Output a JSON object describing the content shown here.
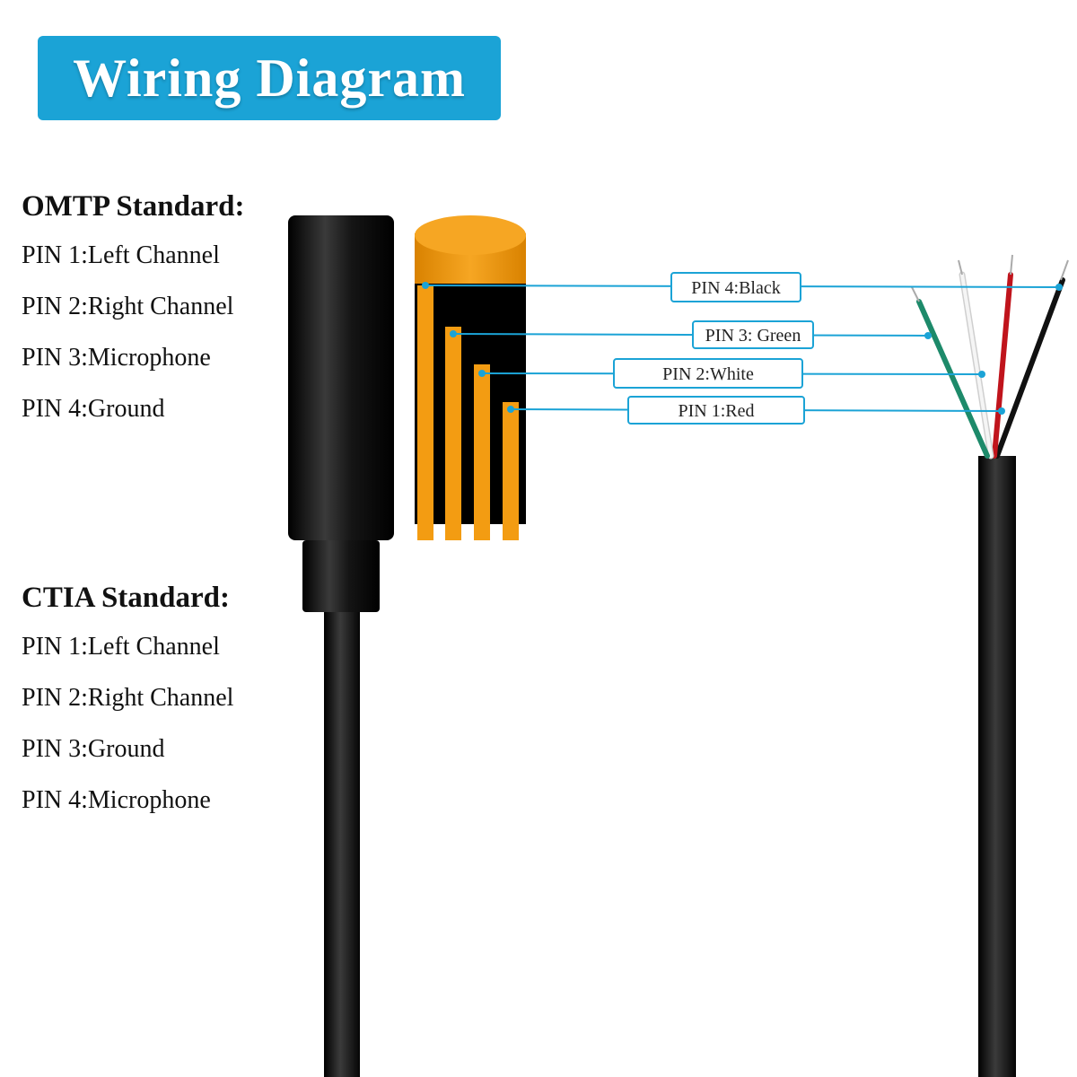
{
  "title": "Wiring Diagram",
  "omtp": {
    "heading": "OMTP Standard",
    "heading_suffix": ":",
    "pins": [
      "PIN 1:Left Channel",
      "PIN 2:Right Channel",
      "PIN 3:Microphone",
      "PIN 4:Ground"
    ]
  },
  "ctia": {
    "heading": "CTIA Standard",
    "heading_suffix": ":",
    "pins": [
      "PIN 1:Left Channel",
      "PIN 2:Right Channel",
      "PIN 3:Ground",
      "PIN 4:Microphone"
    ]
  },
  "wire_labels": {
    "pin4": "PIN 4:Black",
    "pin3": "PIN 3: Green",
    "pin2": "PIN 2:White",
    "pin1": "PIN 1:Red"
  },
  "colors": {
    "banner": "#1ba3d6",
    "leader_line": "#1ba3d6",
    "contact": "#f39c12",
    "jack_body": "#1a1a1a",
    "wire_black": "#111111",
    "wire_red": "#c0141c",
    "wire_white": "#e8e8e8",
    "wire_green": "#1d8a6a"
  }
}
